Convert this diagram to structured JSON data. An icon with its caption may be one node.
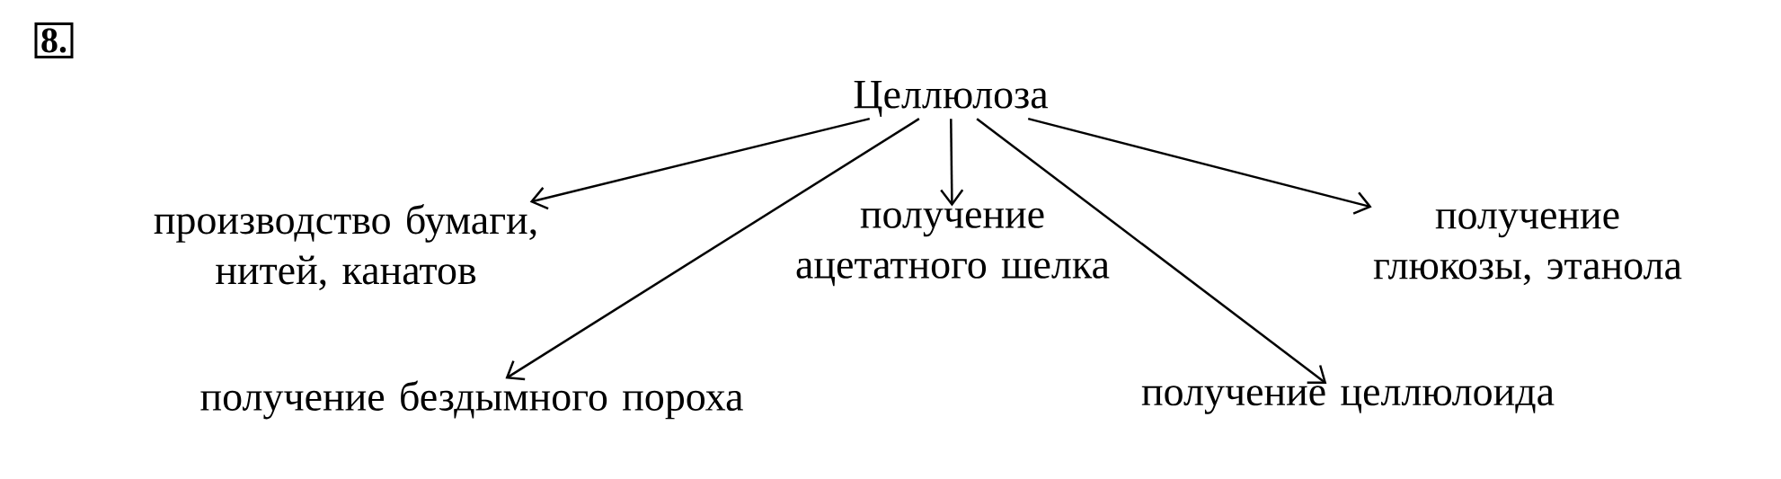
{
  "diagram": {
    "nodes": [
      {
        "text": [
          "Целлюлоза"
        ]
      },
      {
        "text": [
          "производство бумаги, нитей, канатов"
        ]
      },
      {
        "text": [
          "получение ацетатного шелка"
        ]
      },
      {
        "text": [
          "получение глюкозы, этанола"
        ]
      },
      {
        "text": [
          "получение бездымного пороха"
        ]
      },
      {
        "text": [
          "получение целлюлоида"
        ]
      }
    ],
    "edges": [
      {
        "from": 0,
        "to": 1,
        "arrow": "to"
      },
      {
        "from": 0,
        "to": 2,
        "arrow": "to"
      },
      {
        "from": 0,
        "to": 3,
        "arrow": "to"
      },
      {
        "from": 0,
        "to": 4,
        "arrow": "to"
      },
      {
        "from": 0,
        "to": 5,
        "arrow": "to"
      }
    ],
    "labels": [
      "8."
    ]
  }
}
